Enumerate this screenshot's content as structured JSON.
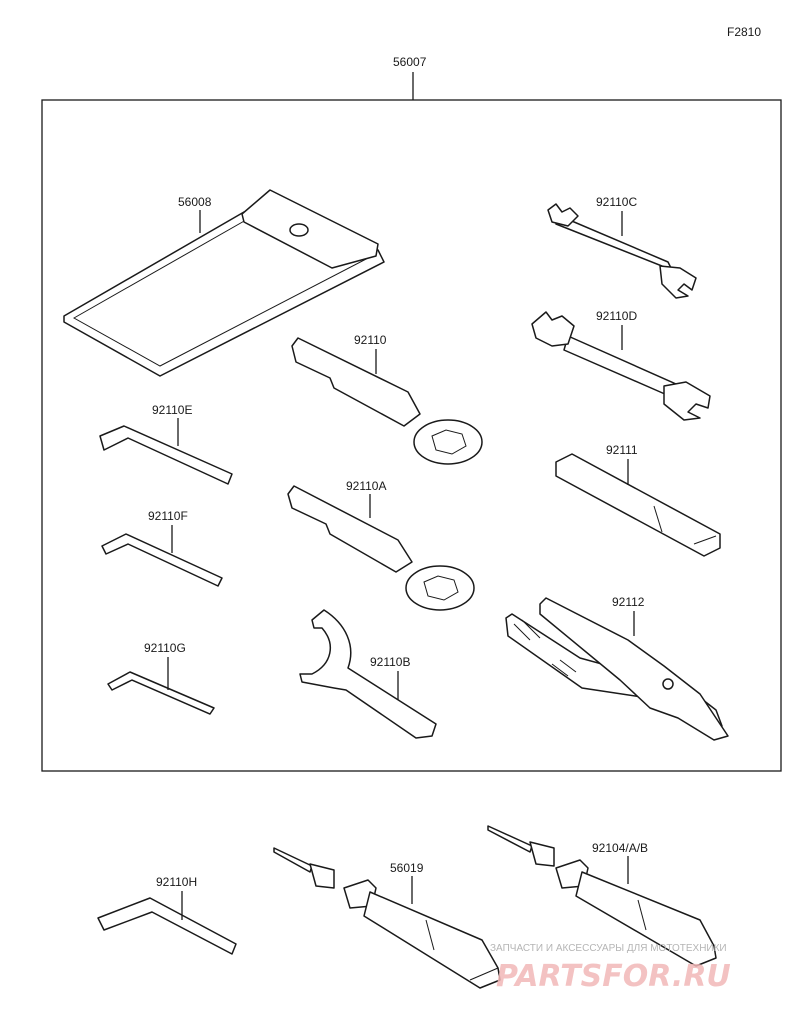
{
  "diagram_id": "F2810",
  "kit_part": "56007",
  "parts": {
    "case": "56008",
    "wrench_c": "92110C",
    "wrench_d": "92110D",
    "ring_wrench": "92110",
    "ring_wrench_a": "92110A",
    "hex_e": "92110E",
    "hex_f": "92110F",
    "hex_g": "92110G",
    "spanner_b": "92110B",
    "handle": "92111",
    "pliers": "92112",
    "hex_h": "92110H",
    "tube_1": "56019",
    "tube_2": "92104/A/B"
  },
  "watermark": {
    "line1": "ЗАПЧАСТИ И АКСЕССУАРЫ ДЛЯ МОТОТЕХНИКИ",
    "line2": "PARTSFOR.RU"
  }
}
